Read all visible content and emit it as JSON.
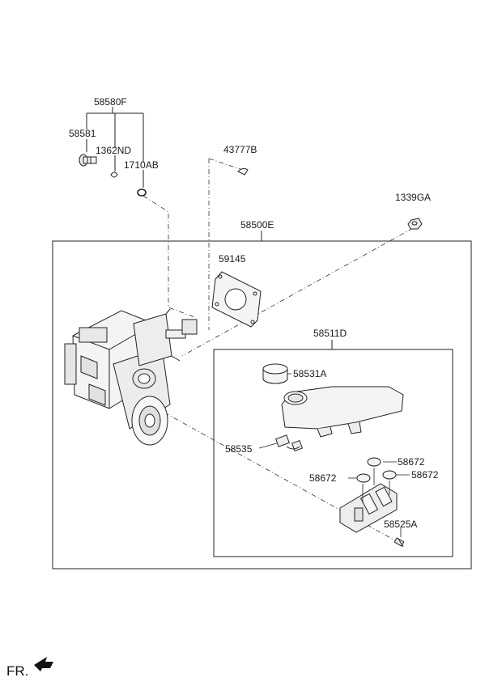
{
  "labels": {
    "p58580F": "58580F",
    "p58581": "58581",
    "p1362ND": "1362ND",
    "p1710AB": "1710AB",
    "p43777B": "43777B",
    "p1339GA": "1339GA",
    "p58500E": "58500E",
    "p59145": "59145",
    "p58511D": "58511D",
    "p58531A": "58531A",
    "p58535": "58535",
    "p58672a": "58672",
    "p58672b": "58672",
    "p58672c": "58672",
    "p58525A": "58525A"
  },
  "direction": {
    "label": "FR."
  },
  "colors": {
    "line": "#222222",
    "part_fill": "#f4f4f4",
    "part_shade": "#d8d8d8"
  }
}
